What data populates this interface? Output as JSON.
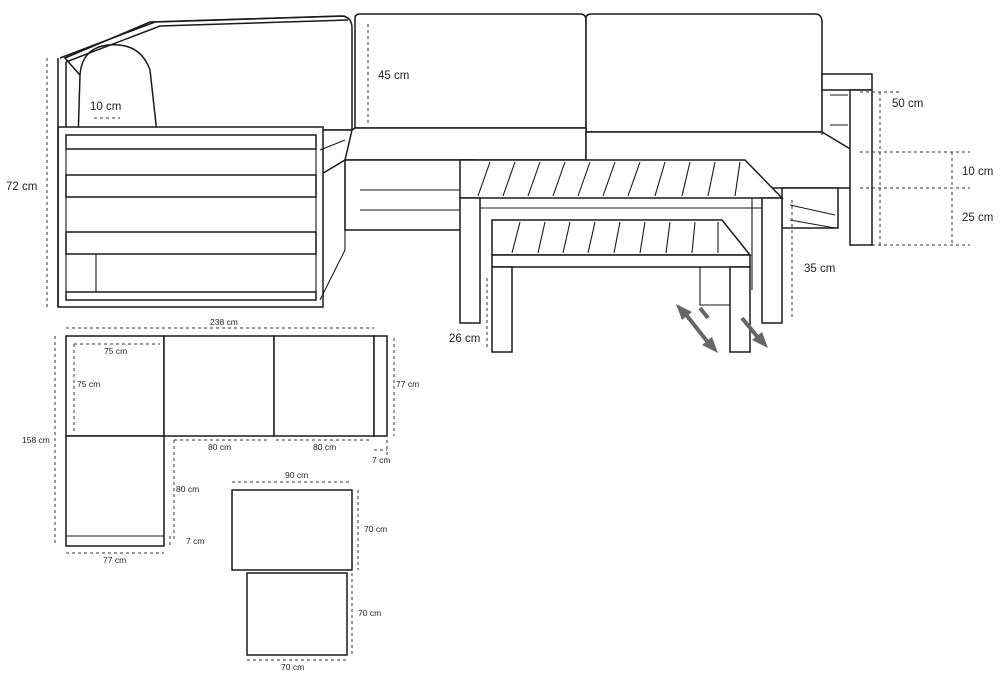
{
  "sofa_dims": {
    "overall_height": "72 cm",
    "cushion_width": "10 cm",
    "backrest_height": "45 cm",
    "seat_height": "50 cm",
    "seat_cushion": "10 cm",
    "seat_base": "25 cm",
    "side_table_height": "35 cm",
    "nested_table_height": "26 cm"
  },
  "plan_dims": {
    "total_width": "238 cm",
    "seat_width": "75 cm",
    "seat_depth": "75 cm",
    "module_depth": "77 cm",
    "total_depth": "158 cm",
    "module_a": "80 cm",
    "module_b": "80 cm",
    "arm_right": "7 cm",
    "corner_depth": "80 cm",
    "arm_bottom": "7 cm",
    "bottom_width": "77 cm"
  },
  "table_dims": {
    "large_width": "90 cm",
    "large_depth": "70 cm",
    "small_depth": "70 cm",
    "small_width": "70 cm"
  }
}
